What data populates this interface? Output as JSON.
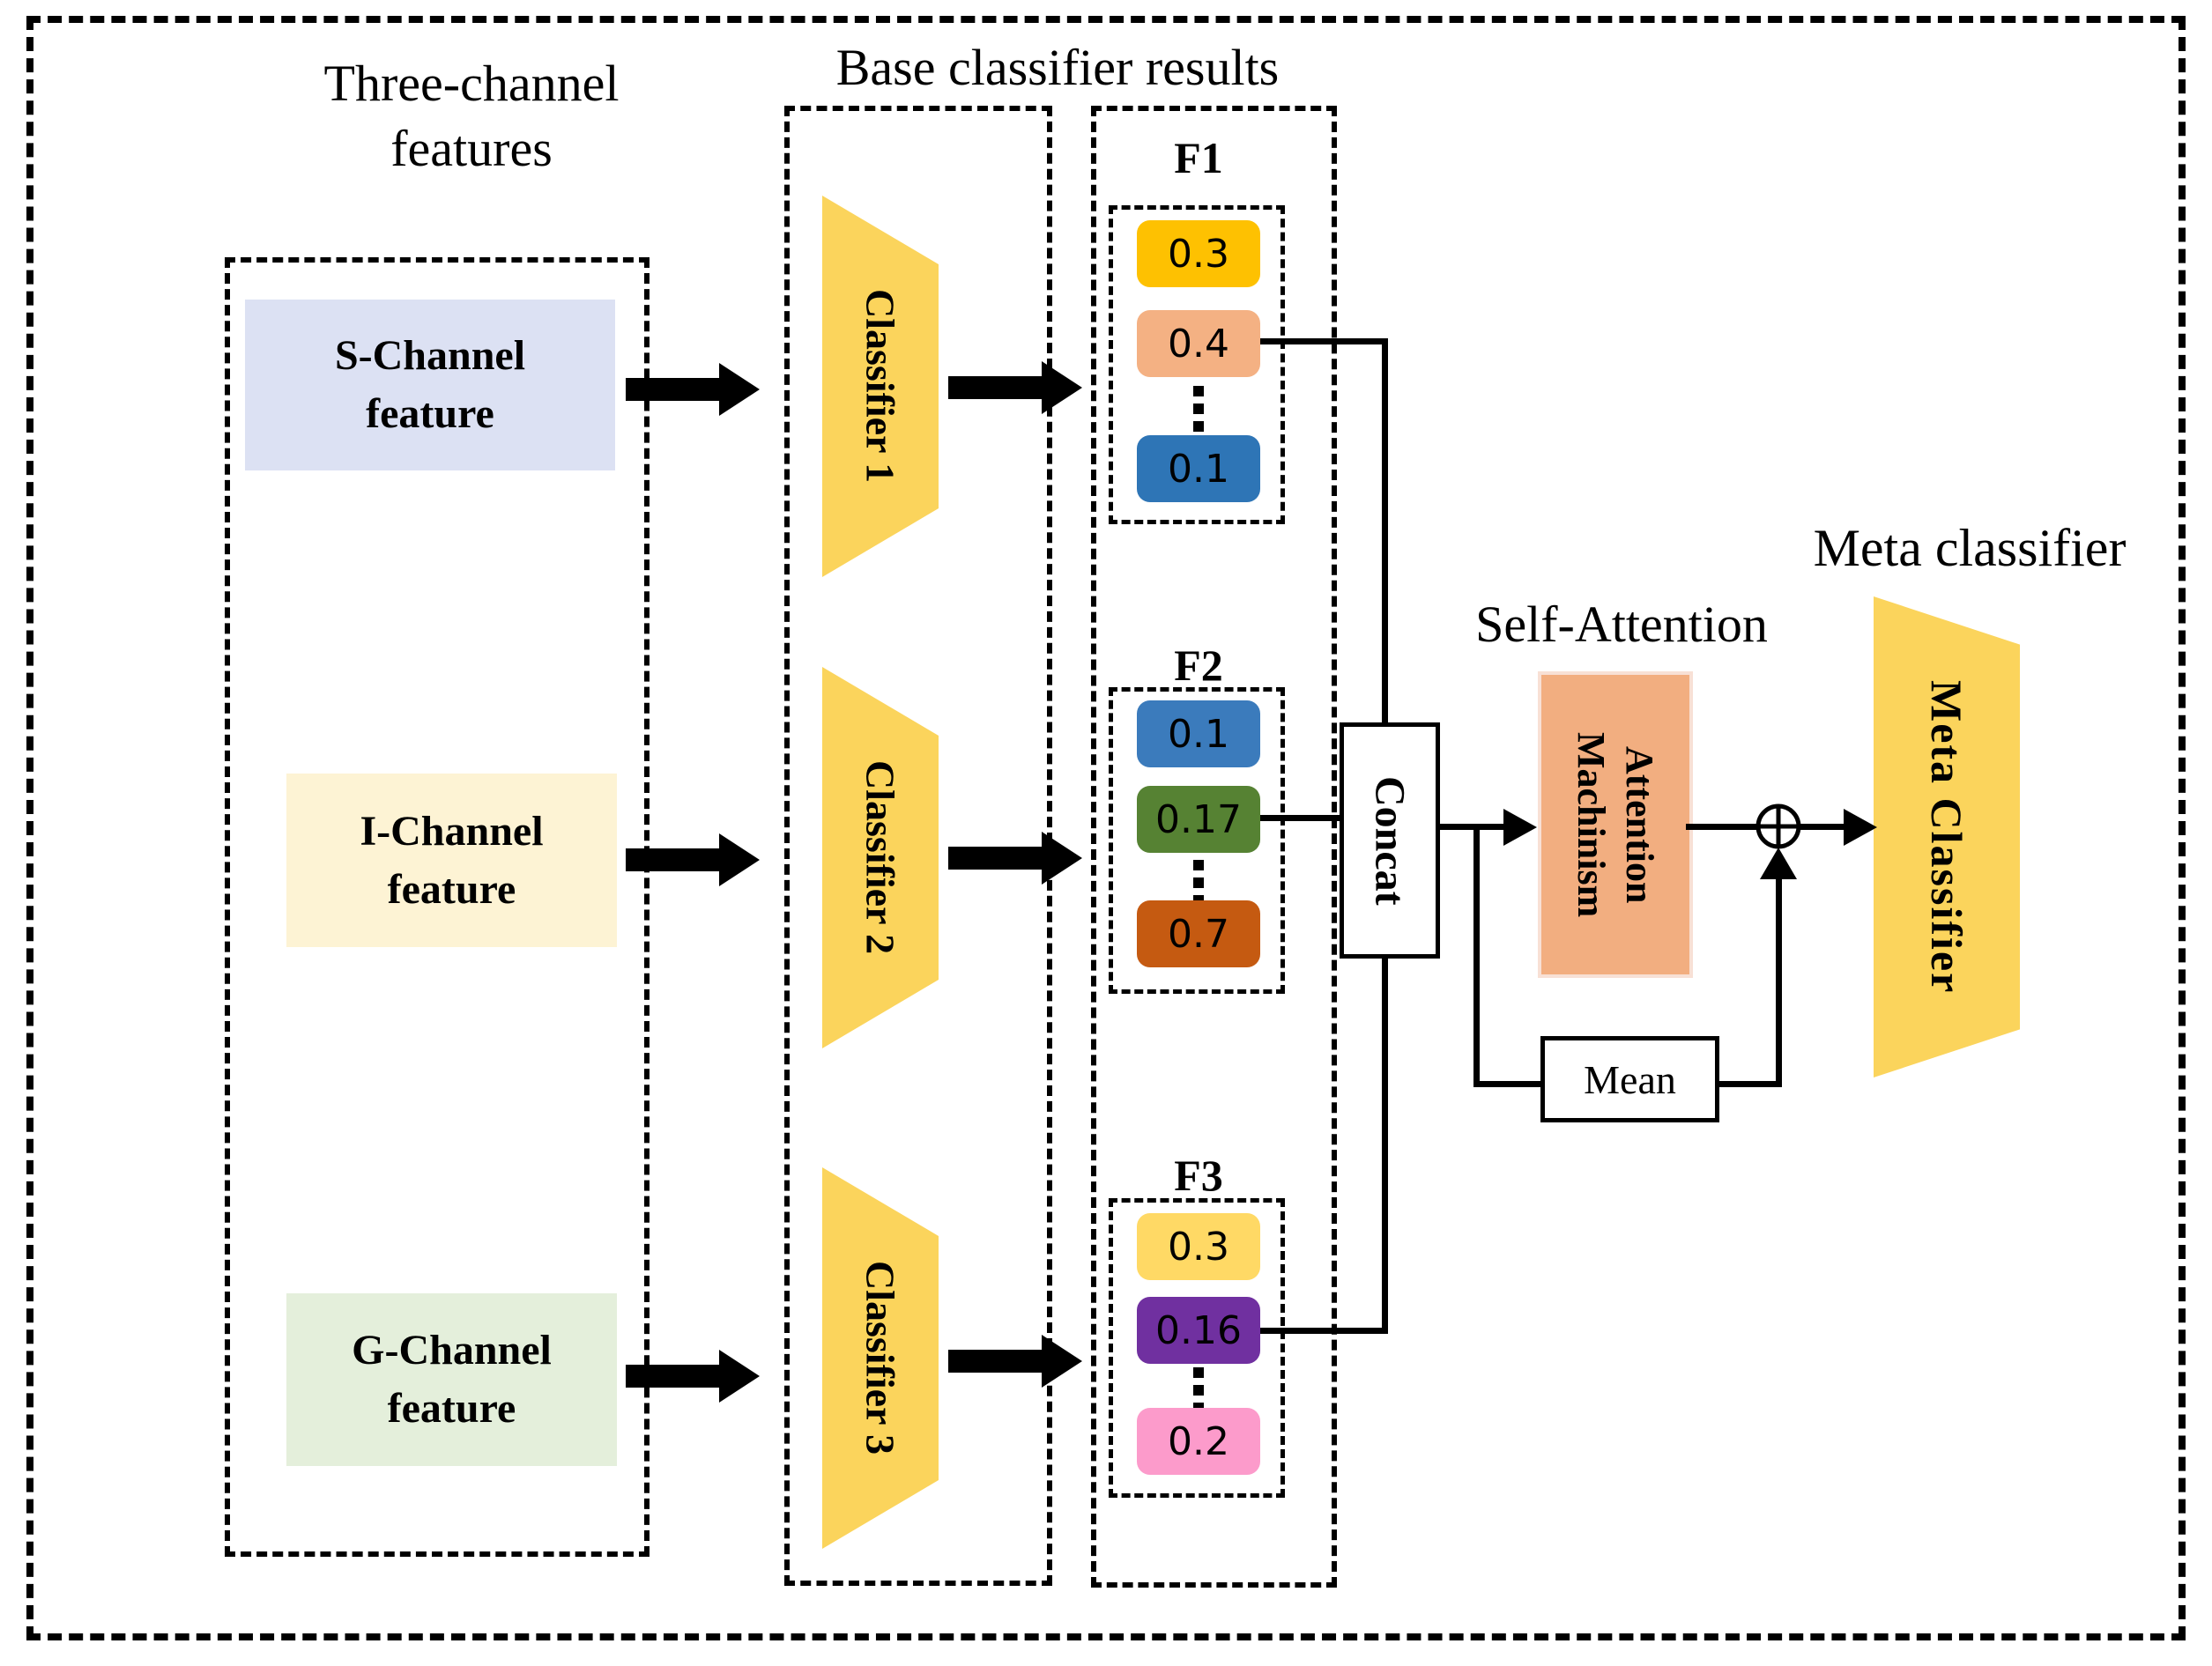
{
  "labels": {
    "three_channel_line1": "Three-channel",
    "three_channel_line2": "features",
    "base_results": "Base classifier results",
    "self_attention": "Self-Attention",
    "meta_classifier_title": "Meta classifier"
  },
  "channels": [
    {
      "line1": "S-Channel",
      "line2": "feature",
      "fill": "#dce1f3"
    },
    {
      "line1": "I-Channel",
      "line2": "feature",
      "fill": "#fdf3d4"
    },
    {
      "line1": "G-Channel",
      "line2": "feature",
      "fill": "#e4efdb"
    }
  ],
  "classifiers": [
    {
      "label": "Classifier 1",
      "fill": "#fbd45c"
    },
    {
      "label": "Classifier 2",
      "fill": "#fbd45c"
    },
    {
      "label": "Classifier 3",
      "fill": "#fbd45c"
    }
  ],
  "results": [
    {
      "label": "F1",
      "values": [
        {
          "text": "0.3",
          "fill": "#fec101"
        },
        {
          "text": "0.4",
          "fill": "#f4b183"
        },
        {
          "text": "0.1",
          "fill": "#2e75b6"
        }
      ]
    },
    {
      "label": "F2",
      "values": [
        {
          "text": "0.1",
          "fill": "#3b7bbc"
        },
        {
          "text": "0.17",
          "fill": "#568233"
        },
        {
          "text": "0.7",
          "fill": "#c55a11"
        }
      ]
    },
    {
      "label": "F3",
      "values": [
        {
          "text": "0.3",
          "fill": "#ffd965"
        },
        {
          "text": "0.16",
          "fill": "#7030a0"
        },
        {
          "text": "0.2",
          "fill": "#fc9bcb"
        }
      ]
    }
  ],
  "concat": {
    "label": "Concat"
  },
  "attention": {
    "line1": "Attention",
    "line2": "Machinism",
    "fill": "#f2ae80"
  },
  "mean": {
    "label": "Mean"
  },
  "meta": {
    "label": "Meta Classifier",
    "fill": "#fbd45c"
  }
}
